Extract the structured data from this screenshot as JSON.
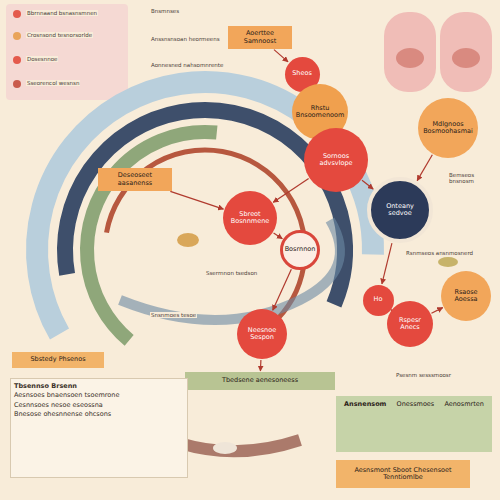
{
  "diagram": {
    "nodes": [
      {
        "text": [
          "Aoerttee Samnoost"
        ]
      },
      {
        "text": [
          "Sheos"
        ]
      },
      {
        "text": [
          "Rhstu Bnsoomenoom"
        ]
      },
      {
        "text": [
          "Mdlgnoos Bosmoohasmai"
        ]
      },
      {
        "text": [
          "Deseoseet aasanenss"
        ]
      },
      {
        "text": [
          "Sornoos advsvlope"
        ]
      },
      {
        "text": [
          "Onteany sedvoe"
        ]
      },
      {
        "text": [
          "Sbreot Bosnnmene"
        ]
      },
      {
        "text": [
          "Bosrnnon"
        ]
      },
      {
        "text": [
          "Rsaose Aoessa"
        ]
      },
      {
        "text": [
          "Ho"
        ]
      },
      {
        "text": [
          "Rspesr Anecs"
        ]
      },
      {
        "text": [
          "Neesnoe Sespon"
        ]
      },
      {
        "text": [
          "Tbedsene aenesoneess"
        ]
      },
      {
        "text": [
          "Sbstedy Phsenos"
        ]
      },
      {
        "text": [
          "Tbsennso Brsenn",
          "Aesnsoes bnaensoen tsoemrone",
          "Cesnnsoes nesoe eseossna",
          "Bnesose ohesnnense ohcsons"
        ]
      },
      {
        "text": [
          "Ansnensom",
          "Onessmoes",
          "Aenosmrten"
        ]
      },
      {
        "text": [
          "Aesnsmont Sboot Chesensoet Tenntiomlbe"
        ]
      }
    ],
    "edges": [
      {
        "from": 0,
        "to": 1,
        "arrow": "to"
      },
      {
        "from": 1,
        "to": 2,
        "arrow": "to"
      },
      {
        "from": 2,
        "to": 5,
        "arrow": "to"
      },
      {
        "from": 5,
        "to": 6,
        "arrow": "to"
      },
      {
        "from": 3,
        "to": 6,
        "arrow": "to"
      },
      {
        "from": 4,
        "to": 7,
        "arrow": "to"
      },
      {
        "from": 5,
        "to": 7,
        "arrow": "to"
      },
      {
        "from": 7,
        "to": 8,
        "arrow": "to"
      },
      {
        "from": 8,
        "to": 12,
        "arrow": "to"
      },
      {
        "from": 6,
        "to": 10,
        "arrow": "to"
      },
      {
        "from": 10,
        "to": 11,
        "arrow": "to"
      },
      {
        "from": 11,
        "to": 9,
        "arrow": "to"
      },
      {
        "from": 12,
        "to": 13,
        "arrow": "to"
      }
    ],
    "labels": [
      "Bbrnnaand bsnasnsmnen",
      "Crosnsond tesnorsorlde",
      "Dosesnnoe",
      "Sseorencol wesnsn",
      "Bnsmnses",
      "Anssnsnsoan heormeens",
      "Aonnesned nahsomnrente",
      "Sserrnnon tsedson",
      "Rsnmseos ansnmosnerd",
      "Bemseos bnsnosm",
      "Psesnm sesssmoosr",
      "Snsnmoes tesoe"
    ]
  }
}
